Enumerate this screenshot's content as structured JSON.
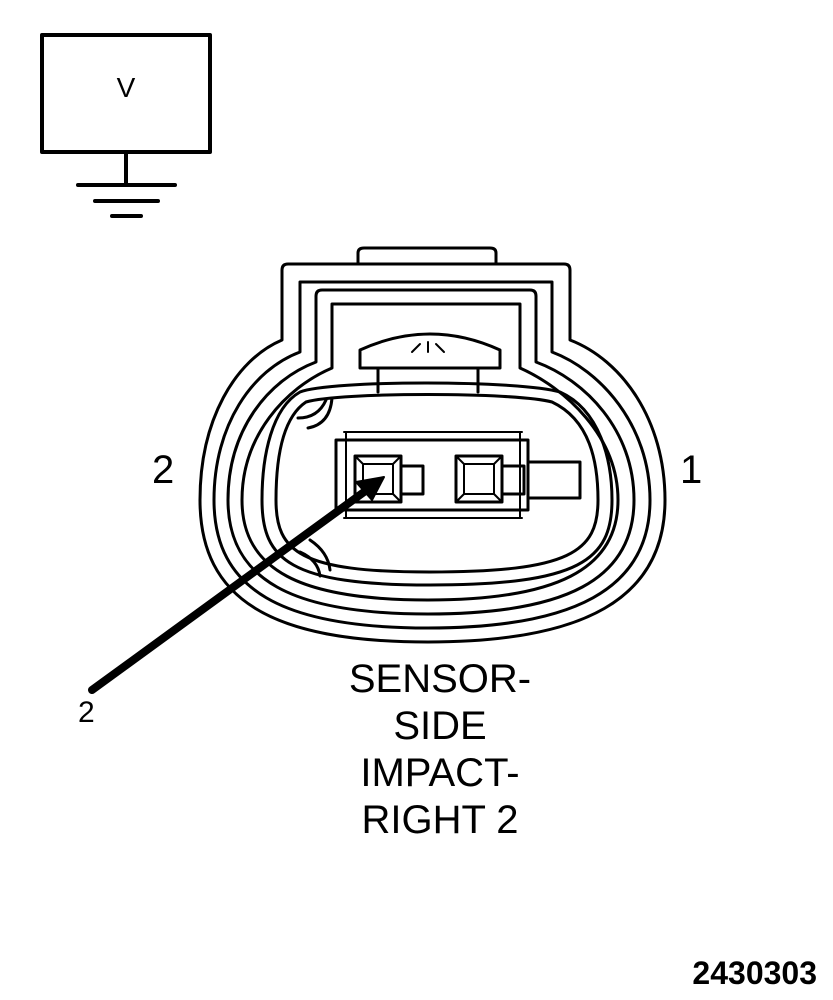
{
  "meter": {
    "label": "V"
  },
  "connector": {
    "pin_labels": {
      "left": "2",
      "right": "1"
    },
    "callout_label": "2",
    "title_lines": [
      "SENSOR-",
      "SIDE",
      "IMPACT-",
      "RIGHT 2"
    ]
  },
  "figure_id": "2430303",
  "colors": {
    "line": "#000000",
    "background": "#ffffff"
  }
}
